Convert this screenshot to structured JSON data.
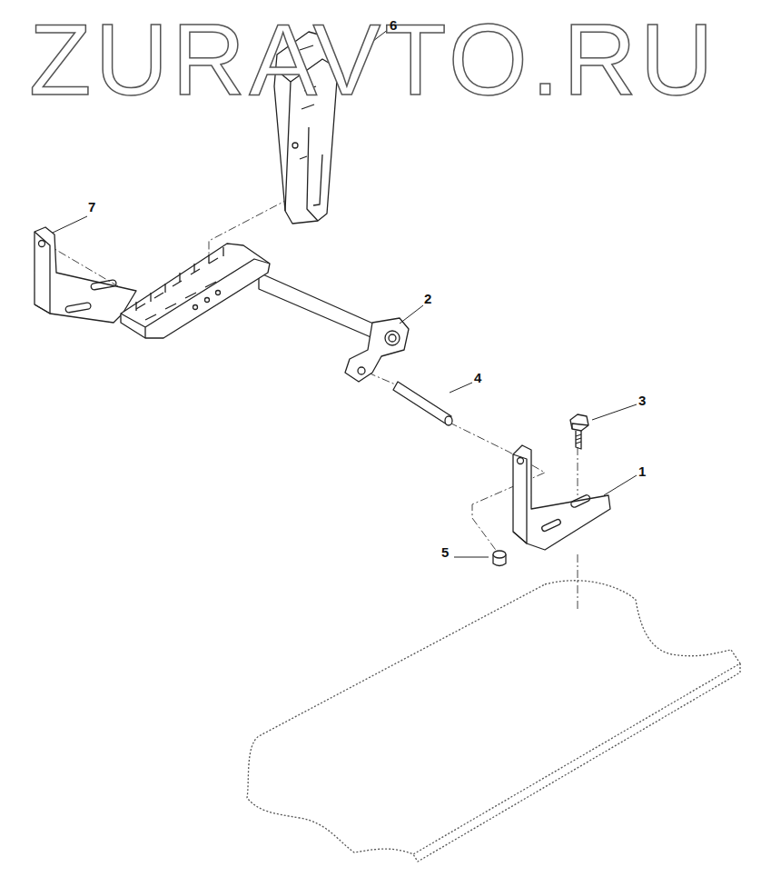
{
  "diagram": {
    "labels": [
      "ZURAVTO.RU",
      "6",
      "7",
      "2",
      "4",
      "3",
      "1",
      "5"
    ]
  }
}
